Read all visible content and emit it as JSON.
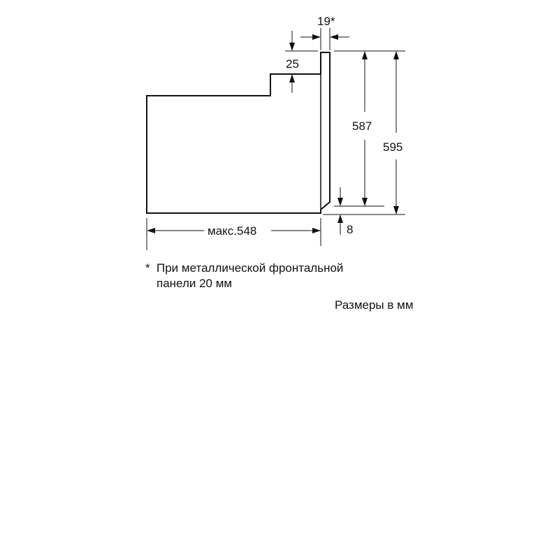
{
  "diagram": {
    "dimensions": {
      "panel_thickness": "19*",
      "top_step": "25",
      "inner_height": "587",
      "total_height": "595",
      "bottom_gap": "8",
      "max_depth": "макс.548"
    },
    "footnote": {
      "marker": "*",
      "line1": "При металлической фронтальной",
      "line2": "панели 20 мм"
    },
    "units_note": "Размеры в мм"
  }
}
